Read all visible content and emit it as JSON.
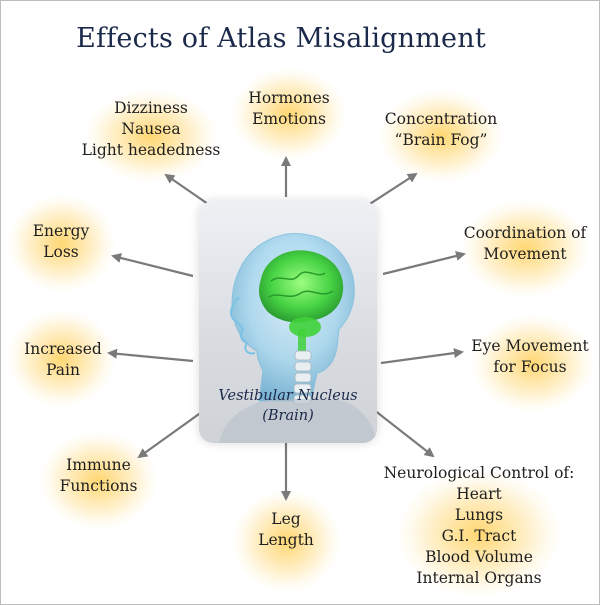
{
  "title": "Effects of Atlas Misalignment",
  "center": {
    "line1": "Vestibular Nucleus",
    "line2": "(Brain)"
  },
  "nodes": {
    "dizziness": [
      "Dizziness",
      "Nausea",
      "Light headedness"
    ],
    "hormones": [
      "Hormones",
      "Emotions"
    ],
    "concentration": [
      "Concentration",
      "“Brain Fog”"
    ],
    "energy": [
      "Energy",
      "Loss"
    ],
    "coordination": [
      "Coordination of",
      "Movement"
    ],
    "pain": [
      "Increased",
      "Pain"
    ],
    "eye": [
      "Eye Movement",
      "for Focus"
    ],
    "immune": [
      "Immune",
      "Functions"
    ],
    "leg": [
      "Leg",
      "Length"
    ],
    "neuro": [
      "Neurological Control of:",
      "Heart",
      "Lungs",
      "G.I. Tract",
      "Blood Volume",
      "Internal Organs"
    ]
  },
  "colors": {
    "title": "#1b2a4a",
    "glow": "#ffd05a",
    "arrow": "#7a7a7a",
    "brain": "#3fd13a",
    "head": "#9fd6f0"
  }
}
